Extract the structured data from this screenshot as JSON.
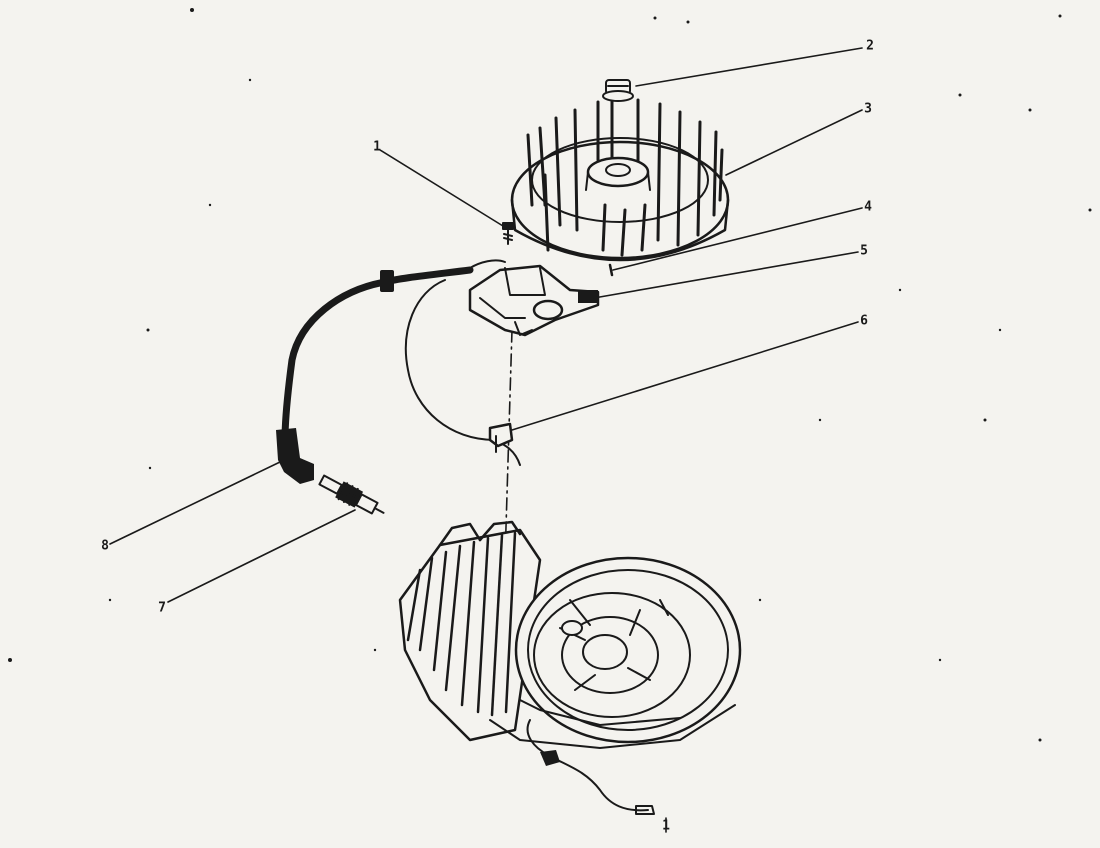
{
  "callouts": [
    {
      "id": "part-1-top",
      "label": "1"
    },
    {
      "id": "part-2",
      "label": "2"
    },
    {
      "id": "part-3",
      "label": "3"
    },
    {
      "id": "part-4",
      "label": "4"
    },
    {
      "id": "part-5",
      "label": "5"
    },
    {
      "id": "part-6",
      "label": "6"
    },
    {
      "id": "part-7",
      "label": "7"
    },
    {
      "id": "part-8",
      "label": "8"
    },
    {
      "id": "part-1-bottom",
      "label": "1"
    }
  ]
}
